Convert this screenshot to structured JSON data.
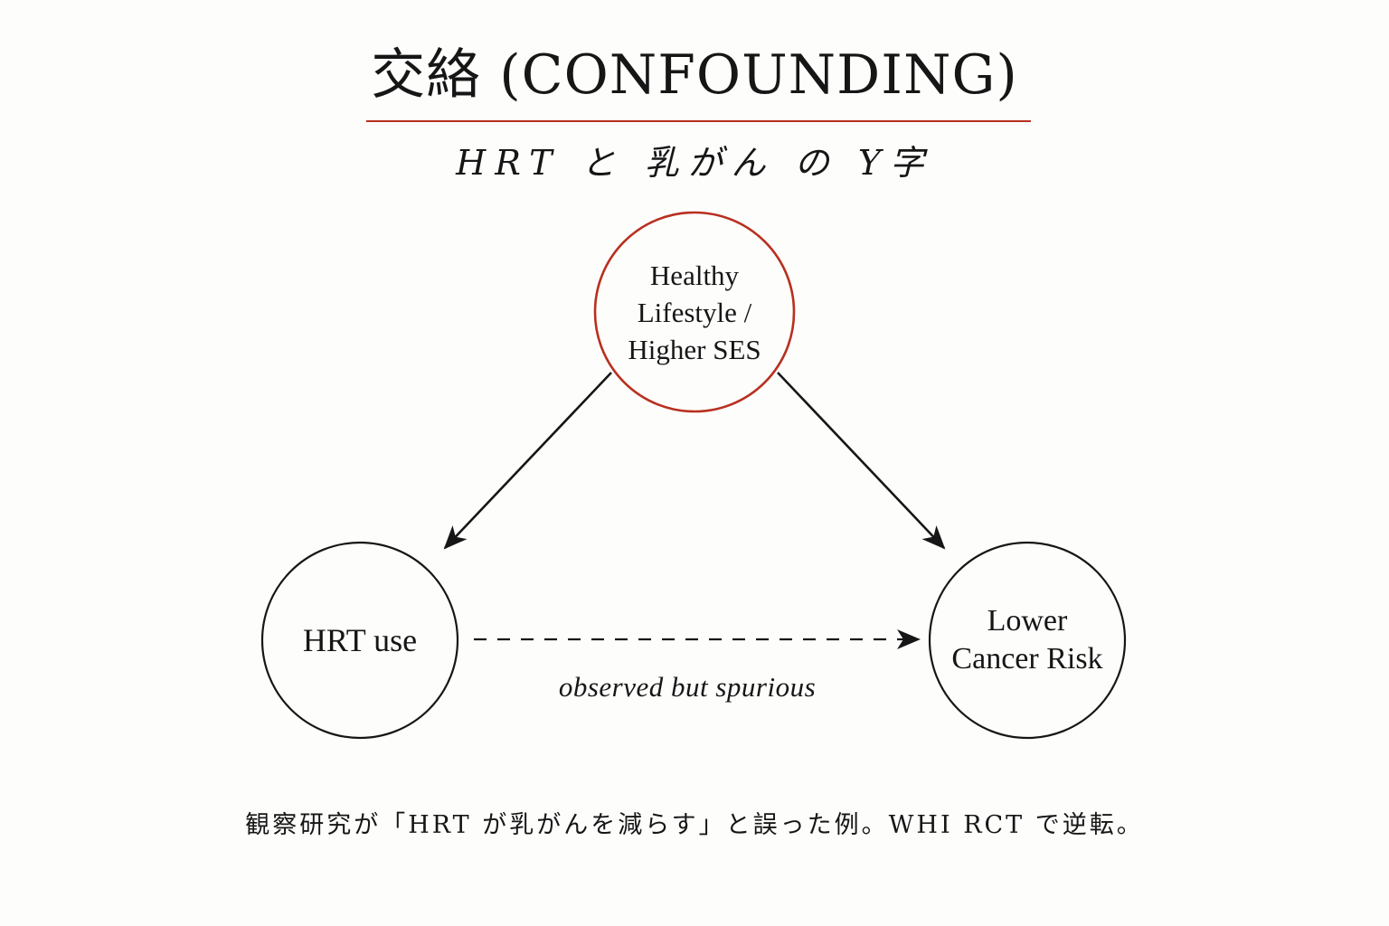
{
  "title": "交絡 (CONFOUNDING)",
  "subtitle": "HRT と 乳がん の Y字",
  "colors": {
    "accent": "#b8301f",
    "ink": "#161616",
    "background": "#fdfdfc"
  },
  "nodes": {
    "confounder": {
      "label": "Healthy\nLifestyle /\nHigher SES"
    },
    "exposure": {
      "label": "HRT use"
    },
    "outcome": {
      "label": "Lower\nCancer Risk"
    }
  },
  "edges": {
    "spurious_label": "observed but spurious"
  },
  "caption": "観察研究が「HRT が乳がんを減らす」と誤った例。WHI RCT で逆転。"
}
